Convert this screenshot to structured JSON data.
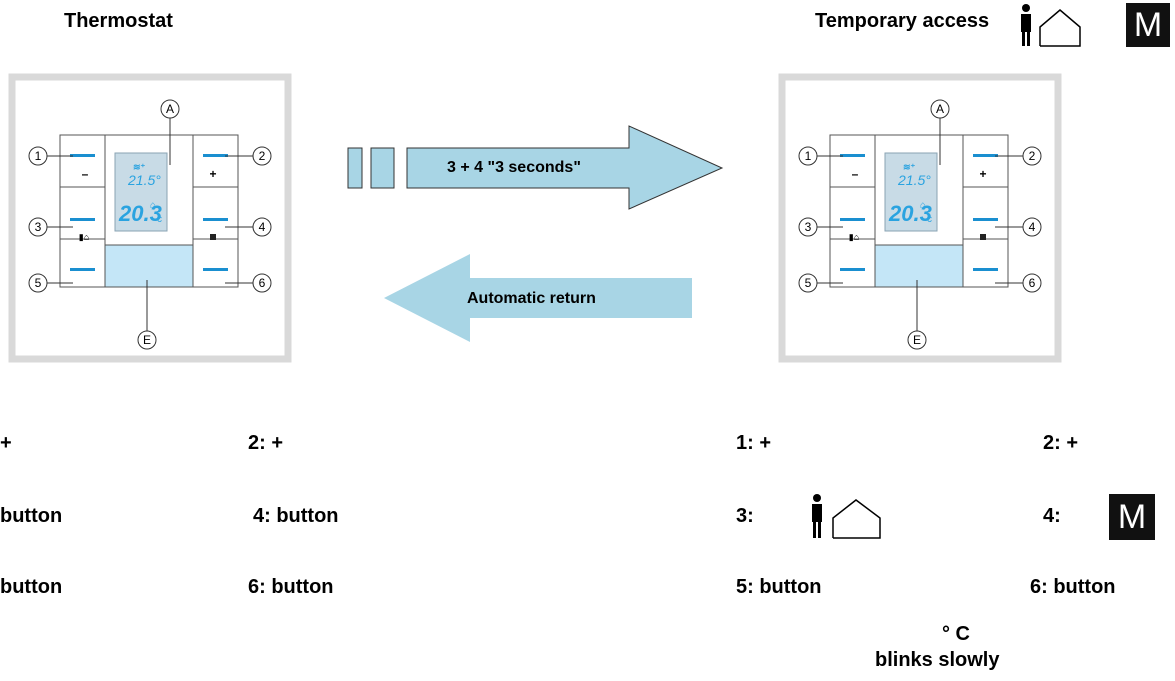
{
  "left_panel": {
    "title": "Thermostat",
    "display": {
      "setpoint": "21.5",
      "temperature": "20.3",
      "unit": "C"
    },
    "callouts": [
      "1",
      "2",
      "3",
      "4",
      "5",
      "6"
    ],
    "callout_letters": [
      "A",
      "E"
    ],
    "key_symbols": {
      "minus": "–",
      "plus": "+"
    }
  },
  "right_panel": {
    "title": "Temporary access",
    "mode_letter": "M",
    "display": {
      "setpoint": "21.5",
      "temperature": "20.3",
      "unit": "C"
    },
    "callouts": [
      "1",
      "2",
      "3",
      "4",
      "5",
      "6"
    ],
    "callout_letters": [
      "A",
      "E"
    ]
  },
  "arrows": {
    "forward_label": "3 + 4 \"3 seconds\"",
    "back_label": "Automatic return"
  },
  "left_legend": {
    "row1_left": "+",
    "row1_right": "2: +",
    "row2_left": "button",
    "row2_right": "4: button",
    "row3_left": "button",
    "row3_right": "6: button"
  },
  "right_legend": {
    "row1_left": "1: +",
    "row1_right": "2: +",
    "row2_left": "3:",
    "row2_right": "4:",
    "row2_right_symbol": "M",
    "row3_left": "5: button",
    "row3_right": "6: button",
    "note_line1": "° C",
    "note_line2": "blinks slowly"
  },
  "colors": {
    "frame": "#d9d9d9",
    "led": "#1a8fd0",
    "lcd_bg": "#c8dbe6",
    "lcd_digits": "#2aa3e0",
    "bottom_panel": "#c4e6f7",
    "arrow": "#a8d5e5"
  }
}
